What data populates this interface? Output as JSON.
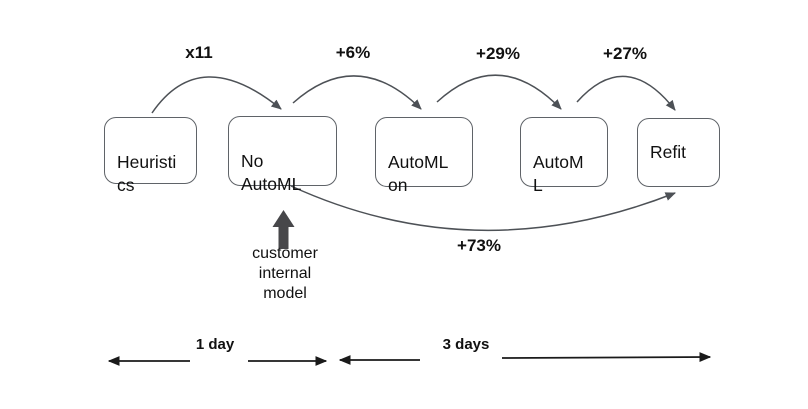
{
  "diagram": {
    "nodes": [
      {
        "id": "heuristics",
        "label": "Heuristi\ncs"
      },
      {
        "id": "no-automl",
        "label": "No\nAutoML"
      },
      {
        "id": "automl-on",
        "label": "AutoML\non"
      },
      {
        "id": "automl",
        "label": "AutoM\nL"
      },
      {
        "id": "refit",
        "label": "Refit"
      }
    ],
    "transitions": [
      {
        "from": "heuristics",
        "to": "no-automl",
        "label": "x11"
      },
      {
        "from": "no-automl",
        "to": "automl-on",
        "label": "+6%"
      },
      {
        "from": "automl-on",
        "to": "automl",
        "label": "+29%"
      },
      {
        "from": "automl",
        "to": "refit",
        "label": "+27%"
      }
    ],
    "overall_transition": {
      "from": "no-automl",
      "to": "refit",
      "label": "+73%"
    },
    "annotation": {
      "points_to": "no-automl",
      "label": "customer\ninternal\nmodel"
    },
    "durations": [
      {
        "label": "1 day",
        "spans": "heuristics to no-automl"
      },
      {
        "label": "3 days",
        "spans": "no-automl to refit"
      }
    ]
  },
  "colors": {
    "background": "#ffffff",
    "box_border": "#5f6368",
    "box_fill": "#ffffff",
    "connector": "#4d5156",
    "text": "#111111",
    "solid_arrow": "#47474a",
    "measure_line": "#1a1a1a"
  }
}
